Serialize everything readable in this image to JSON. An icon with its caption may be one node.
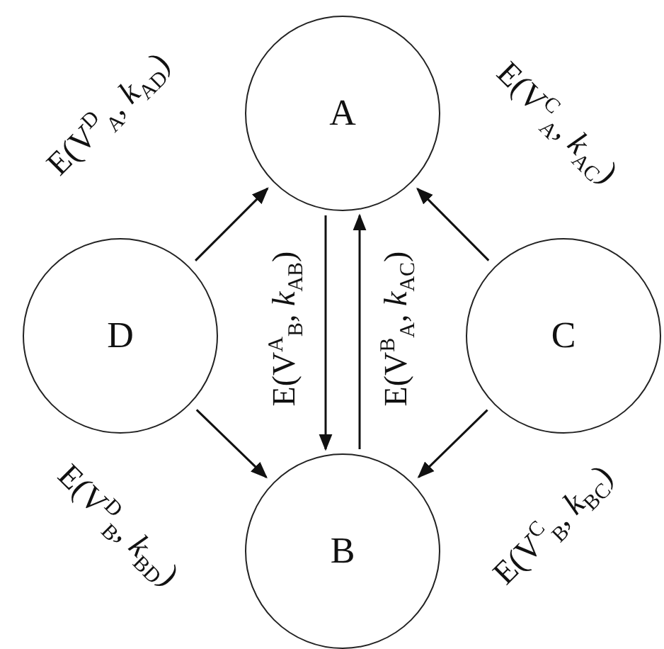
{
  "diagram": {
    "nodes": [
      {
        "text": [
          "A"
        ]
      },
      {
        "text": [
          "D"
        ]
      },
      {
        "text": [
          "C"
        ]
      },
      {
        "text": [
          "B"
        ]
      }
    ],
    "edges": [
      {
        "from": 1,
        "to": 0,
        "arrow": "to",
        "label": "E(V$^{D}$$_{A}$, *k*$_{AD}$)"
      },
      {
        "from": 2,
        "to": 0,
        "arrow": "to",
        "label": "E(V$^{C}$$_{A}$, *k*$_{AC}$)"
      },
      {
        "from": 0,
        "to": 3,
        "arrow": "to",
        "label": "E(V$^{A}$$_{B}$, *k*$_{AB}$)"
      },
      {
        "from": 3,
        "to": 0,
        "arrow": "to",
        "label": "E(V$^{B}$$_{A}$, *k*$_{AC}$)"
      },
      {
        "from": 1,
        "to": 3,
        "arrow": "to",
        "label": "E(V$^{D}$$_{B}$, *k*$_{BD}$)"
      },
      {
        "from": 2,
        "to": 3,
        "arrow": "to",
        "label": "E(V$^{C}$$_{B}$, *k*$_{BC}$)"
      }
    ]
  }
}
